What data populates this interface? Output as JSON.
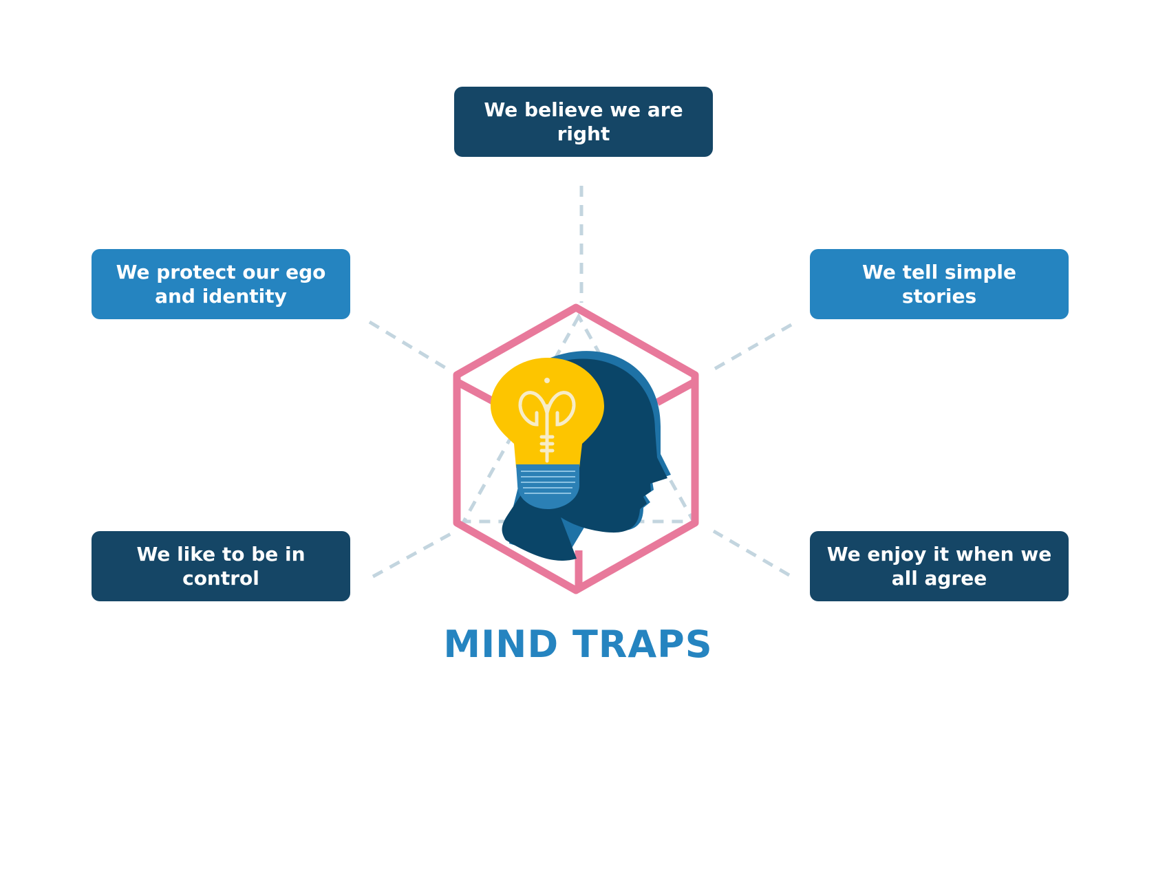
{
  "title": "MIND TRAPS",
  "traps": [
    {
      "label": "We believe we are right",
      "style": "dark"
    },
    {
      "label": "We protect our ego and identity",
      "style": "light"
    },
    {
      "label": "We tell simple stories",
      "style": "light"
    },
    {
      "label": "We like to be in control",
      "style": "dark"
    },
    {
      "label": "We enjoy it when we all agree",
      "style": "dark"
    }
  ],
  "colors": {
    "dark": "#154666",
    "light": "#2584c0",
    "hexagon": "#e8799b",
    "bulb": "#fdc500",
    "head": "#0a4568"
  },
  "center_icon": "head-with-lightbulb-icon"
}
